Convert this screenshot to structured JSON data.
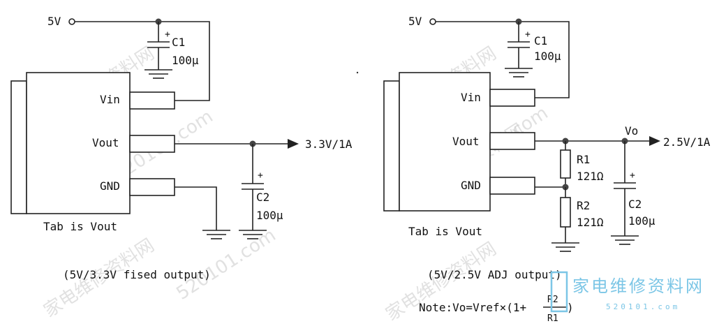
{
  "left_circuit": {
    "input_label": "5V",
    "c1_name": "C1",
    "c1_value": "100µ",
    "pin_vin": "Vin",
    "pin_vout": "Vout",
    "pin_gnd": "GND",
    "tab_label": "Tab is Vout",
    "output_label": "3.3V/1A",
    "c2_name": "C2",
    "c2_value": "100µ",
    "caption": "(5V/3.3V fised output)"
  },
  "right_circuit": {
    "input_label": "5V",
    "c1_name": "C1",
    "c1_value": "100µ",
    "pin_vin": "Vin",
    "pin_vout": "Vout",
    "pin_gnd": "GND",
    "tab_label": "Tab is Vout",
    "node_label": "Vo",
    "output_label": "2.5V/1A",
    "r1_name": "R1",
    "r1_value": "121Ω",
    "r2_name": "R2",
    "r2_value": "121Ω",
    "c2_name": "C2",
    "c2_value": "100µ",
    "caption": "(5V/2.5V ADJ output)",
    "note_prefix": "Note:Vo=Vref×(1+",
    "note_numerator": "R2",
    "note_denominator": "R1",
    "note_suffix": ")"
  },
  "watermark": {
    "text": "家电维修资料网",
    "url_text": "520101.com",
    "logo_url": "520101.com"
  },
  "colors": {
    "ink": "#222222",
    "logo": "#7cc6e6",
    "watermark": "#c9c9c9"
  }
}
